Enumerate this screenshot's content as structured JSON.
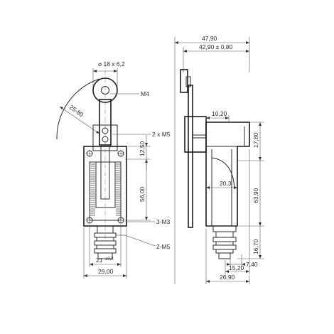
{
  "front_view": {
    "roller_label": "18 x 6,2",
    "screw_label": "M4",
    "arm_length_label": "25-80",
    "mount_holes_label": "2 x M5",
    "dim_12_50": "12,50",
    "dim_56_00": "56,00",
    "bottom_holes_label": "3-M3",
    "connector_label": "2-M5",
    "width_inner_label": "21",
    "width_inner_tol": "±0,2",
    "width_total_label": "29,00"
  },
  "side_view": {
    "dim_47_90": "47,90",
    "dim_42_90": "42,90 ± 0,80",
    "dim_10_20": "10,20",
    "dim_17_80": "17,80",
    "dim_20_3": "20,3",
    "dim_63_90": "63,90",
    "dim_16_70": "16,70",
    "dim_7_40": "7,40",
    "dim_15_20": "15,20",
    "dim_26_90": "26,90"
  }
}
